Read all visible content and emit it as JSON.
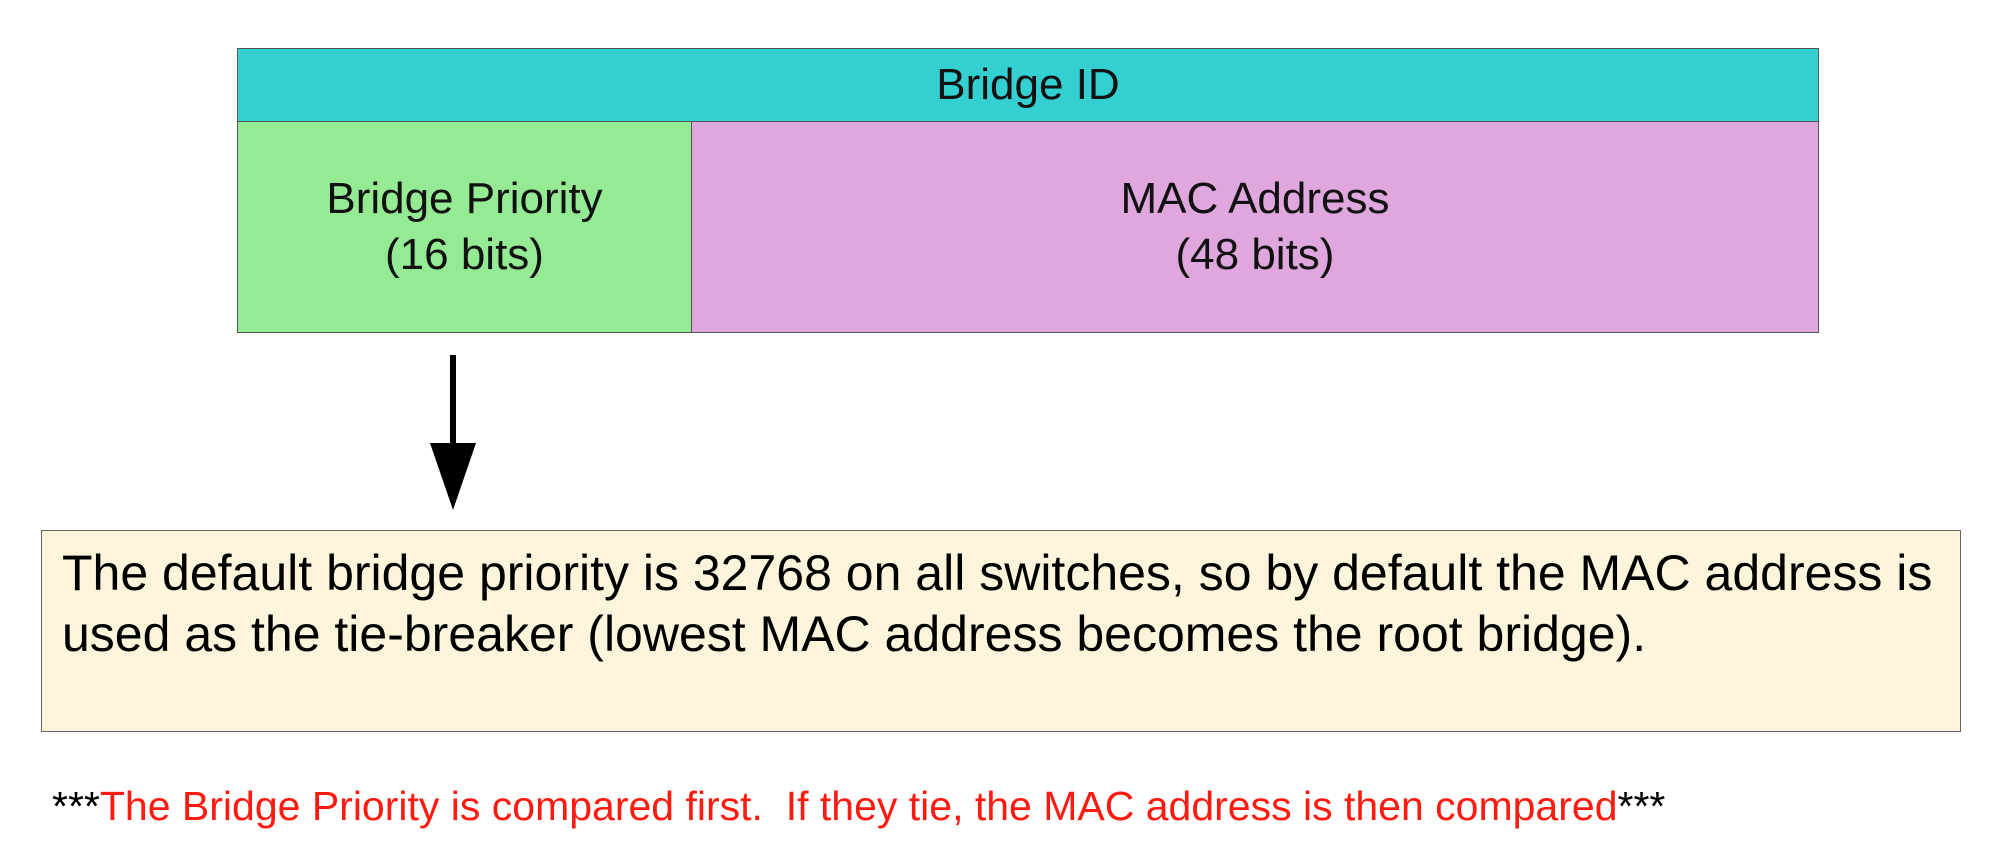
{
  "diagram": {
    "header": {
      "label": "Bridge ID",
      "color": "#33cfd1"
    },
    "fields": [
      {
        "name": "Bridge Priority",
        "size": "(16 bits)",
        "color": "#95eb94"
      },
      {
        "name": "MAC Address",
        "size": "(48 bits)",
        "color": "#dfa7de"
      }
    ],
    "arrow": {
      "from": "Bridge Priority",
      "to": "note",
      "direction": "down"
    },
    "note": {
      "text": "The default bridge priority is 32768 on all switches, so by default the MAC address is used as the tie-breaker (lowest MAC address becomes the root bridge).",
      "color": "#fdf4dc"
    },
    "footer": {
      "prefix": "***",
      "text": "The Bridge Priority is compared first.  If they tie, the MAC address is then compared",
      "suffix": "***",
      "color": "#ff1a10"
    }
  }
}
